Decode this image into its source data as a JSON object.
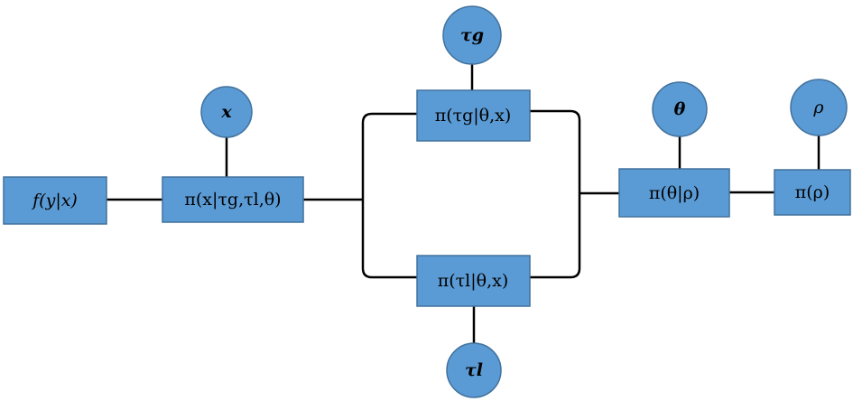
{
  "colors": {
    "fill": "#5b9bd5",
    "stroke": "#41719c",
    "line": "#000000",
    "text": "#000000"
  },
  "boxes": {
    "likelihood": "f(y|x)",
    "x_prior": "π(x|τg,τl,θ)",
    "tau_g_prior": "π(τg|θ,x)",
    "tau_l_prior": "π(τl|θ,x)",
    "theta_prior": "π(θ|ρ)",
    "rho_prior": "π(ρ)"
  },
  "nodes": {
    "x": "x",
    "tau_g": "τg",
    "tau_l": "τl",
    "theta": "θ",
    "rho": "ρ"
  }
}
